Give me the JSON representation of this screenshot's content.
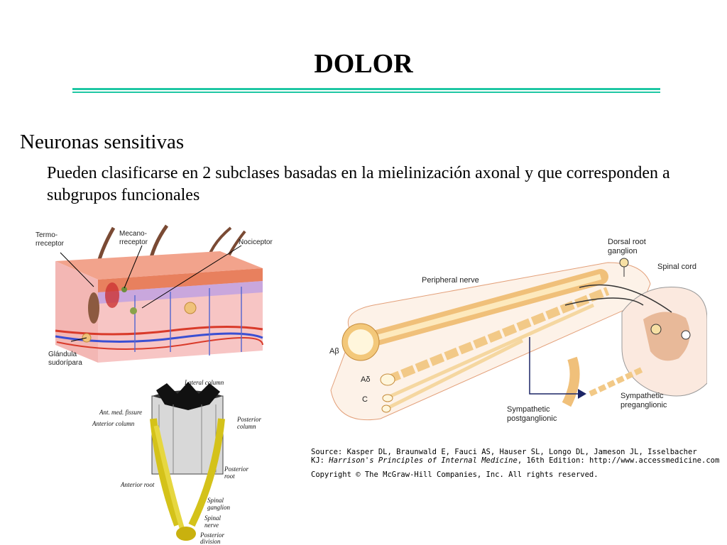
{
  "slide": {
    "title": "DOLOR",
    "heading": "Neuronas sensitivas",
    "body": "Pueden clasificarse en 2 subclases basadas en la mielinización axonal y que corresponden a subgrupos funcionales"
  },
  "skin_figure": {
    "labels": {
      "thermo": [
        "Termo-",
        "rreceptor"
      ],
      "mechano": [
        "Mecano-",
        "rreceptor"
      ],
      "nociceptor": "Nociceptor",
      "gland": [
        "Glándula",
        "sudorípara"
      ]
    }
  },
  "cord_figure": {
    "labels": {
      "lateral_column": "Lateral column",
      "ant_med_fissure": "Ant. med. fissure",
      "anterior_column": "Anterior column",
      "posterior_column": [
        "Posterior",
        "column"
      ],
      "posterior_root": [
        "Posterior",
        "root"
      ],
      "anterior_root": "Anterior root",
      "spinal_ganglion": [
        "Spinal",
        "ganglion"
      ],
      "spinal_nerve": [
        "Spinal",
        "nerve"
      ],
      "posterior_division": [
        "Posterior",
        "division"
      ]
    }
  },
  "nerve_figure": {
    "labels": {
      "dorsal_root_ganglion": [
        "Dorsal root",
        "ganglion"
      ],
      "spinal_cord": "Spinal cord",
      "peripheral_nerve": "Peripheral nerve",
      "a_beta": "Aβ",
      "a_delta": "Aδ",
      "c": "C",
      "sympathetic_preganglionic": [
        "Sympathetic",
        "preganglionic"
      ],
      "sympathetic_postganglionic": [
        "Sympathetic",
        "postganglionic"
      ]
    }
  },
  "source": {
    "line1": "Source: Kasper DL, Braunwald E, Fauci AS, Hauser SL, Longo DL, Jameson JL, Isselbacher",
    "line2_prefix": "KJ: ",
    "line2_italic": "Harrison's Principles of Internal Medicine",
    "line2_suffix": ", 16th Edition: http://www.accessmedicine.com",
    "line3": "Copyright © The McGraw-Hill Companies, Inc. All rights reserved."
  }
}
